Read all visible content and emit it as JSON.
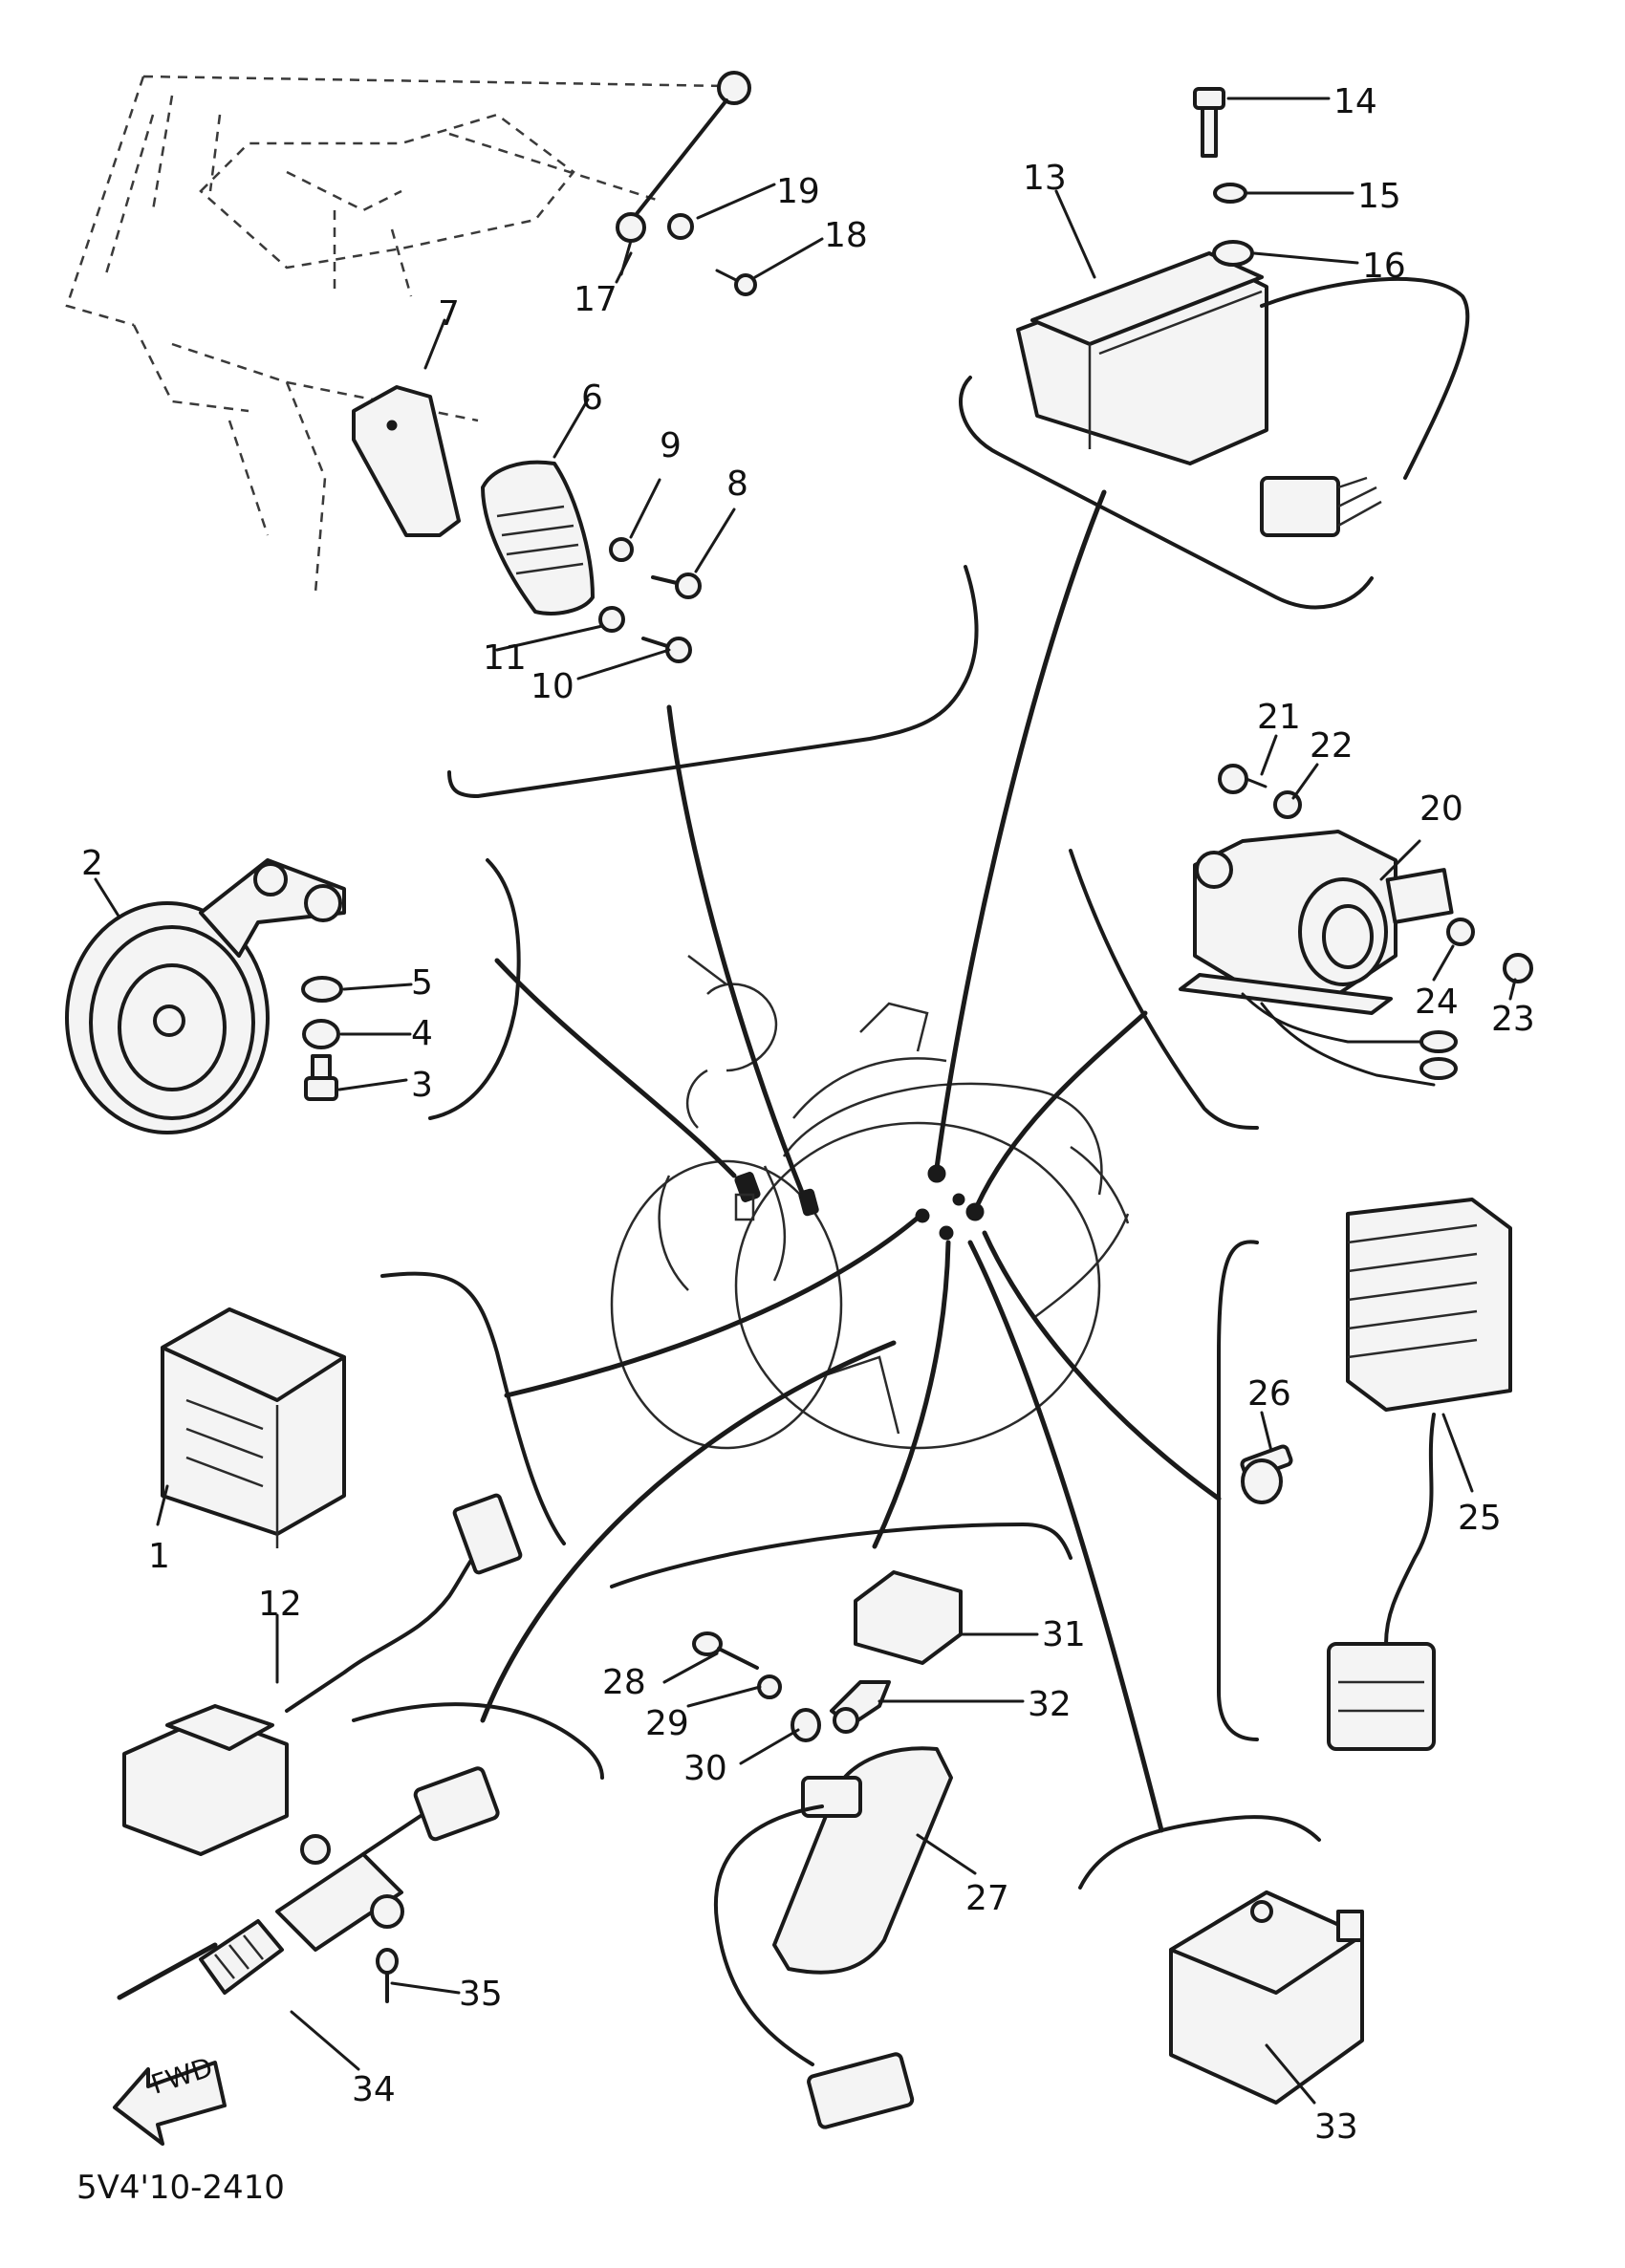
{
  "diagram": {
    "part_numbers": {
      "p1": "1",
      "p2": "2",
      "p3": "3",
      "p4": "4",
      "p5": "5",
      "p6": "6",
      "p7": "7",
      "p8": "8",
      "p9": "9",
      "p10": "10",
      "p11": "11",
      "p12": "12",
      "p13": "13",
      "p14": "14",
      "p15": "15",
      "p16": "16",
      "p17": "17",
      "p18": "18",
      "p19": "19",
      "p20": "20",
      "p21": "21",
      "p22": "22",
      "p23": "23",
      "p24": "24",
      "p25": "25",
      "p26": "26",
      "p27": "27",
      "p28": "28",
      "p29": "29",
      "p30": "30",
      "p31": "31",
      "p32": "32",
      "p33": "33",
      "p34": "34",
      "p35": "35"
    },
    "fwd_label": "FWD",
    "drawing_code": "5V4'10-2410"
  }
}
